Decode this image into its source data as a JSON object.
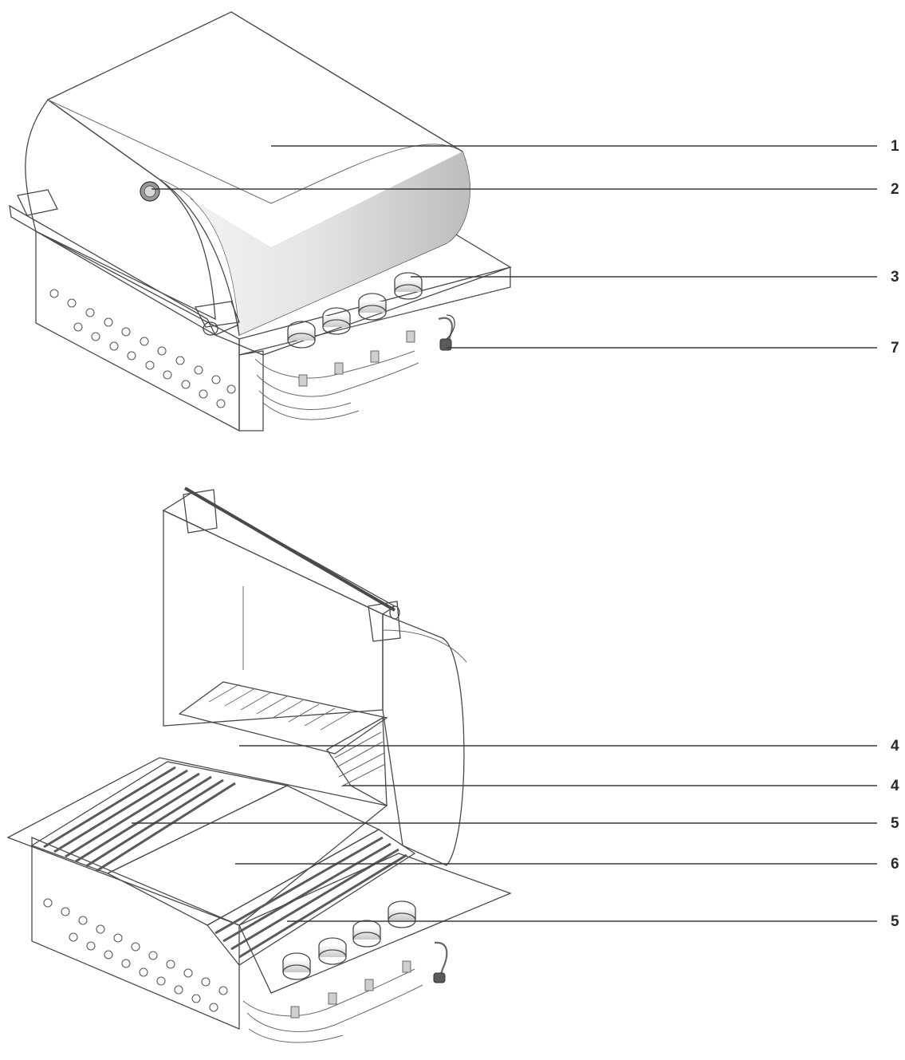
{
  "callouts": [
    {
      "id": "c1",
      "label": "1"
    },
    {
      "id": "c2",
      "label": "2"
    },
    {
      "id": "c3",
      "label": "3"
    },
    {
      "id": "c7",
      "label": "7"
    },
    {
      "id": "c4a",
      "label": "4"
    },
    {
      "id": "c4b",
      "label": "4"
    },
    {
      "id": "c5a",
      "label": "5"
    },
    {
      "id": "c6",
      "label": "6"
    },
    {
      "id": "c5b",
      "label": "5"
    }
  ],
  "colors": {
    "line": "#4a4a4a",
    "steel_light": "#f1f1f1",
    "steel_mid": "#d6d6d6",
    "steel_dark": "#a9a9a9",
    "text": "#2a2a2a"
  }
}
